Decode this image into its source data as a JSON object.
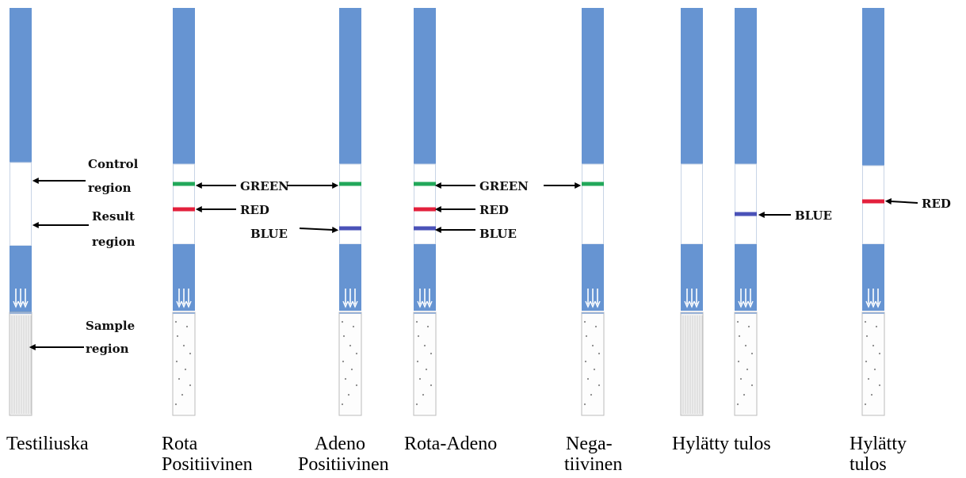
{
  "colors": {
    "strip_blue": "#6694D2",
    "green_line": "#22A85A",
    "red_line": "#E3203C",
    "blue_line": "#4A52B8",
    "arrow": "#000000",
    "sample_dots": "#888888"
  },
  "annotations": {
    "control_region_l1": "Control",
    "control_region_l2": "region",
    "result_region_l1": "Result",
    "result_region_l2": "region",
    "sample_region_l1": "Sample",
    "sample_region_l2": "region",
    "green_a": "GREEN",
    "red_a": "RED",
    "blue_a": "BLUE",
    "green_b": "GREEN",
    "red_b": "RED",
    "blue_b": "BLUE",
    "blue_c": "BLUE",
    "red_c": "RED"
  },
  "captions": {
    "testiliuska": "Testiliuska",
    "rota_l1": "Rota",
    "rota_l2": "Positiivinen",
    "adeno_l1": "Adeno",
    "adeno_l2": "Positiivinen",
    "rota_adeno": "Rota-Adeno",
    "nega_l1": "Nega-",
    "nega_l2": "tiivinen",
    "hylatty_tulos_1": "Hylätty tulos",
    "hylatty_l1": "Hylätty",
    "hylatty_l2": "tulos"
  }
}
